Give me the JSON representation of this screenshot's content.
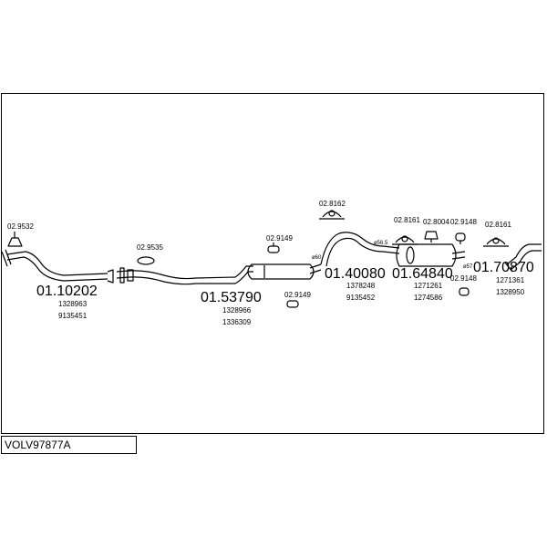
{
  "model": "VOLV97877A",
  "fitting_codes": {
    "f1": "02.9532",
    "f2": "02.9535",
    "f3": "02.9149",
    "f4": "02.9149",
    "f5": "02.8162",
    "f6": "02.8161",
    "f7": "02.8004",
    "f8": "02.9148",
    "f9": "02.8161",
    "f10": "02.9148"
  },
  "parts": {
    "p1": {
      "number": "01.10202",
      "refs": [
        "1328963",
        "9135451"
      ]
    },
    "p2": {
      "number": "01.53790",
      "refs": [
        "1328966",
        "1336309"
      ]
    },
    "p3": {
      "number": "01.40080",
      "refs": [
        "1378248",
        "9135452"
      ]
    },
    "p4": {
      "number": "01.64840",
      "refs": [
        "1271261",
        "1274586"
      ]
    },
    "p5": {
      "number": "01.70870",
      "refs": [
        "1271361",
        "1328950"
      ]
    }
  },
  "dimensions": {
    "d1": "ø60",
    "d2": "ø56.5",
    "d3": "ø57"
  },
  "colors": {
    "line": "#000000",
    "background": "#ffffff"
  }
}
